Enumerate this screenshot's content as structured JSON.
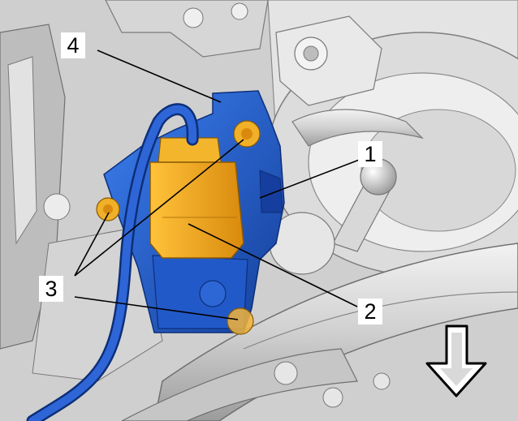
{
  "figure": {
    "callouts": [
      {
        "id": "1",
        "label": "1"
      },
      {
        "id": "2",
        "label": "2"
      },
      {
        "id": "3",
        "label": "3"
      },
      {
        "id": "4",
        "label": "4"
      }
    ],
    "view_direction_icon": "down-arrow-icon",
    "colors": {
      "bracket": "#1f5fd0",
      "connector": "#f0a81c",
      "cable": "#1d4fb8",
      "engine": "#d2d2d2",
      "leader": "#000000"
    }
  }
}
